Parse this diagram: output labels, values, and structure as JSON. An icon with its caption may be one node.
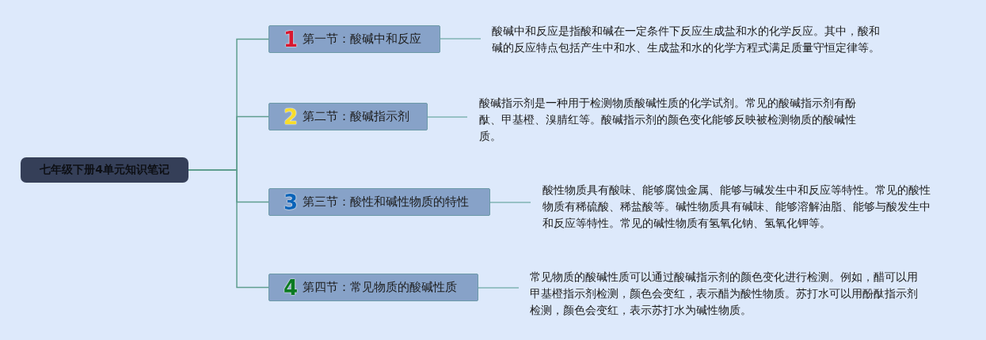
{
  "diagram": {
    "nodes": [
      {
        "text": [
          "七年级下册4单元知识笔记"
        ]
      },
      {
        "text": [
          "1",
          "第一节：酸碱中和反应"
        ]
      },
      {
        "text": [
          "2",
          "第二节：酸碱指示剂"
        ]
      },
      {
        "text": [
          "3",
          "第三节：酸性和碱性物质的特性"
        ]
      },
      {
        "text": [
          "4",
          "第四节：常见物质的酸碱性质"
        ]
      },
      {
        "text": [
          "酸碱中和反应是指酸和碱在一定条件下反应生成盐和水的化学反应。其中，酸和碱的反应特点包括产生中和水、生成盐和水的化学方程式满足质量守恒定律等。"
        ]
      },
      {
        "text": [
          "酸碱指示剂是一种用于检测物质酸碱性质的化学试剂。常见的酸碱指示剂有酚酞、甲基橙、溴腈红等。酸碱指示剂的颜色变化能够反映被检测物质的酸碱性质。"
        ]
      },
      {
        "text": [
          "酸性物质具有酸味、能够腐蚀金属、能够与碱发生中和反应等特性。常见的酸性物质有稀硫酸、稀盐酸等。碱性物质具有碱味、能够溶解油脂、能够与酸发生中和反应等特性。常见的碱性物质有氢氧化钠、氢氧化钾等。"
        ]
      },
      {
        "text": [
          "常见物质的酸碱性质可以通过酸碱指示剂的颜色变化进行检测。例如，醋可以用甲基橙指示剂检测，颜色会变红，表示醋为酸性物质。苏打水可以用酚酞指示剂检测，颜色会变红，表示苏打水为碱性物质。"
        ]
      }
    ],
    "edges": [
      {
        "from": 0,
        "to": 1,
        "arrow": "none"
      },
      {
        "from": 0,
        "to": 2,
        "arrow": "none"
      },
      {
        "from": 0,
        "to": 3,
        "arrow": "none"
      },
      {
        "from": 0,
        "to": 4,
        "arrow": "none"
      },
      {
        "from": 1,
        "to": 5,
        "arrow": "none"
      },
      {
        "from": 2,
        "to": 6,
        "arrow": "none"
      },
      {
        "from": 3,
        "to": 7,
        "arrow": "none"
      },
      {
        "from": 4,
        "to": 8,
        "arrow": "none"
      }
    ]
  }
}
